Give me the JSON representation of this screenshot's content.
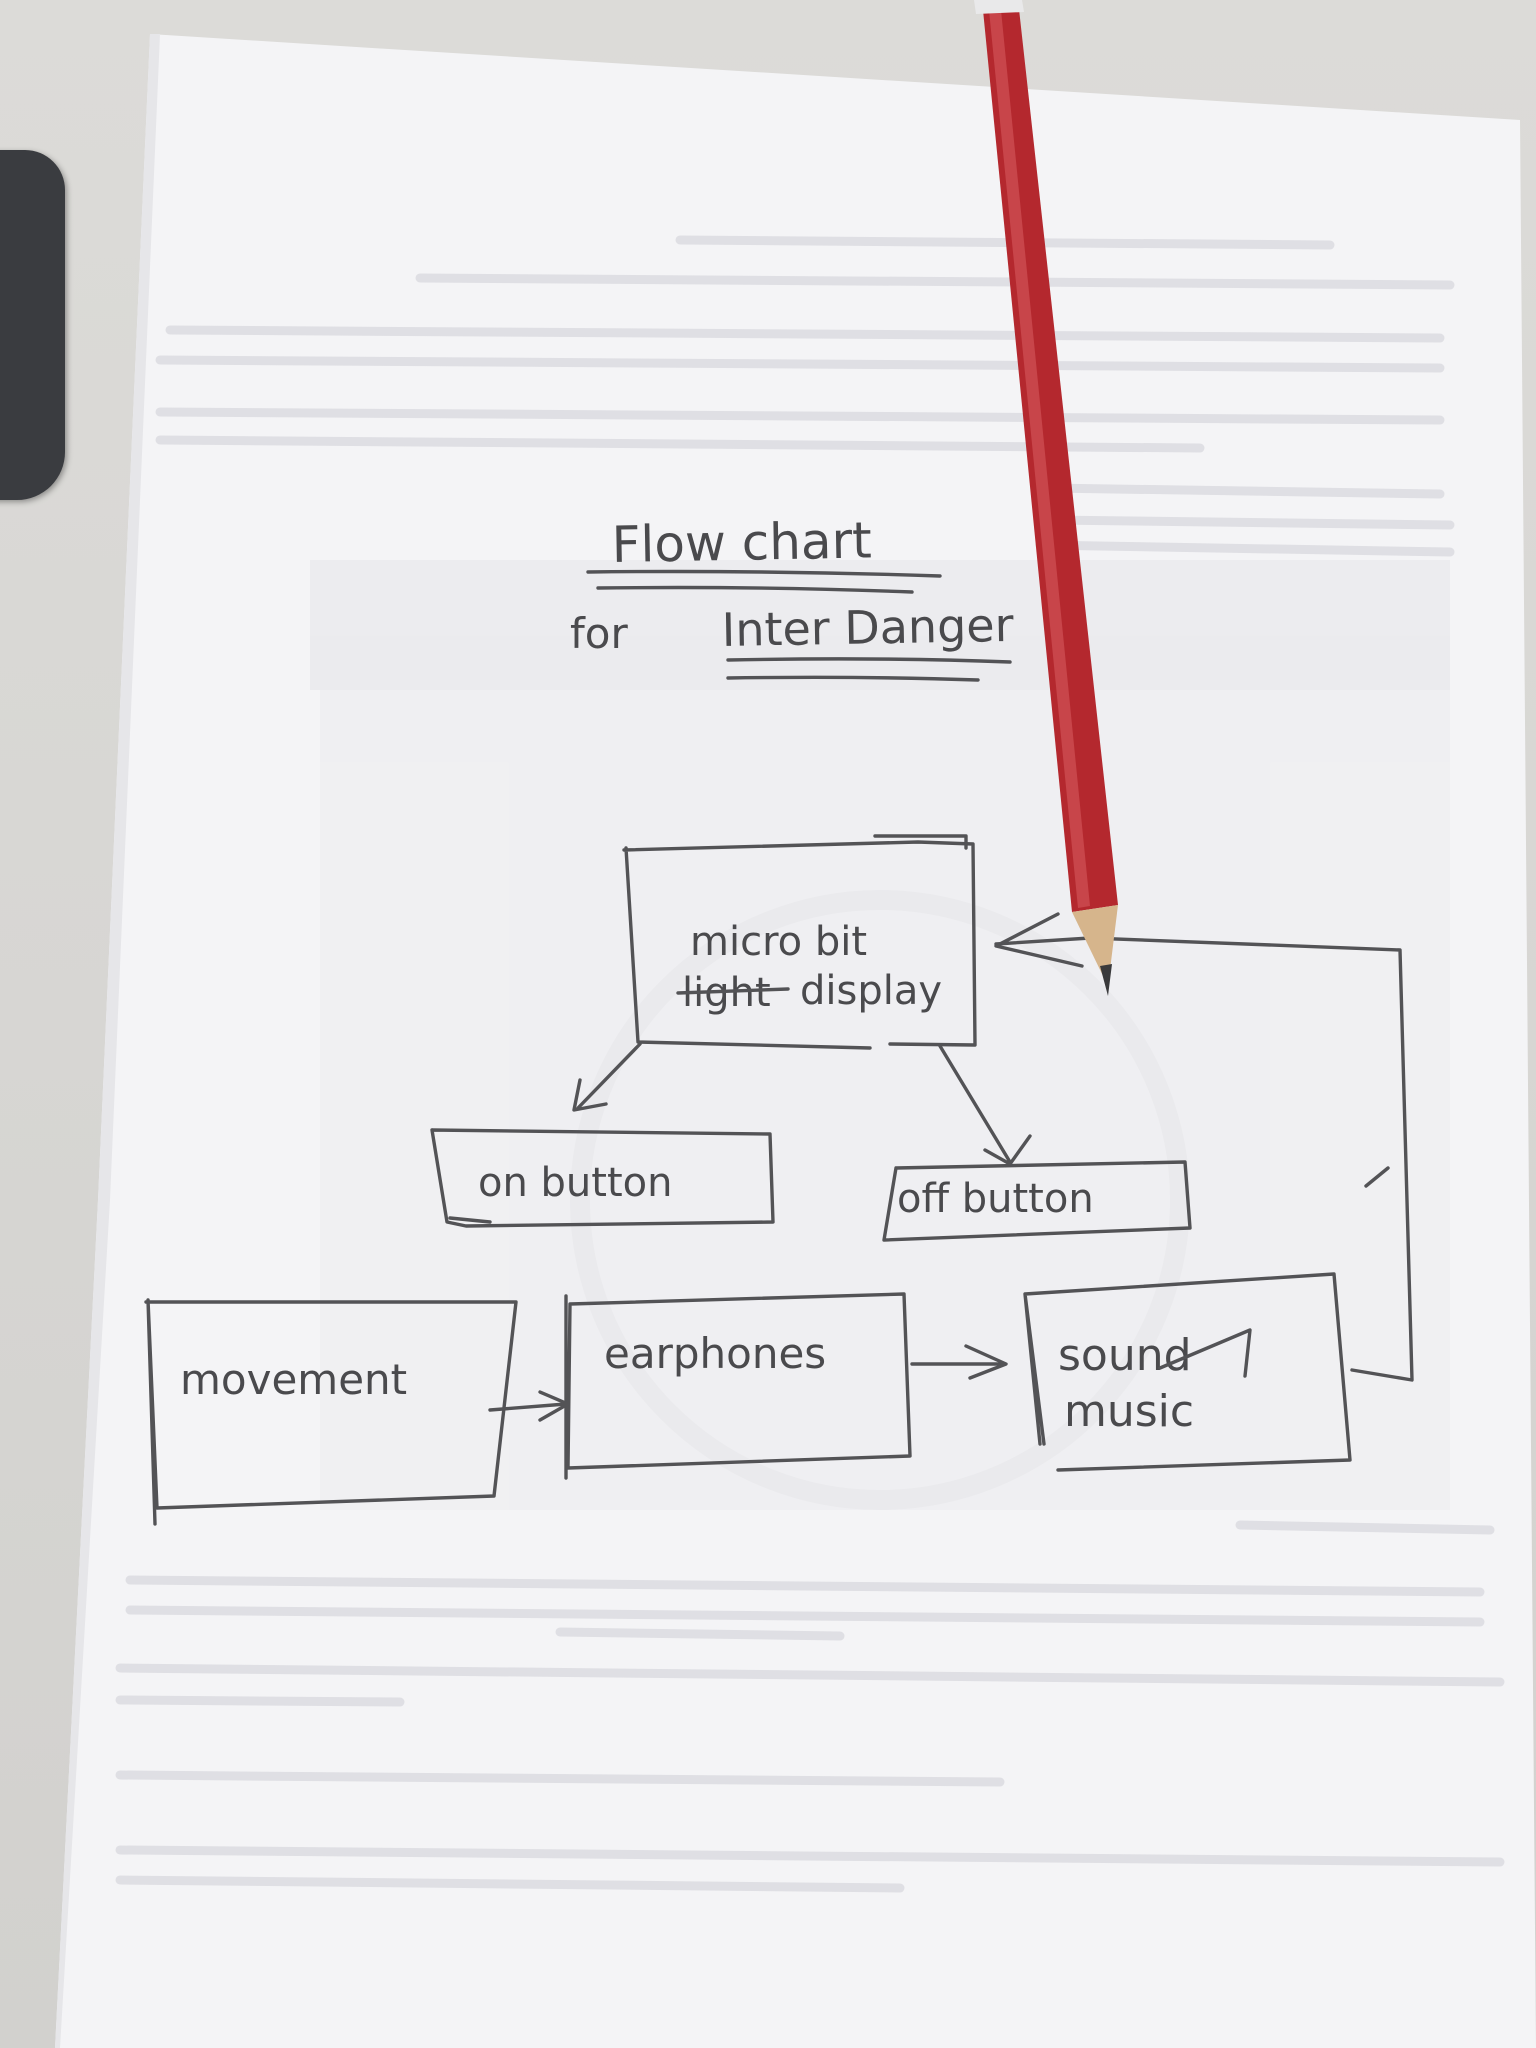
{
  "diagram": {
    "title": "Flow chart",
    "subtitle_prefix": "for",
    "subtitle": "Inter Danger",
    "nodes": {
      "microbit": {
        "line1": "micro bit",
        "line2_struck": "light",
        "line2": "display"
      },
      "on_button": {
        "label": "on button"
      },
      "off_button": {
        "label": "off button"
      },
      "movement": {
        "label": "movement"
      },
      "earphones": {
        "label": "earphones"
      },
      "sound_music": {
        "line1_struck": "sound",
        "line2": "music"
      }
    },
    "edges": [
      {
        "from": "microbit",
        "to": "on_button"
      },
      {
        "from": "microbit",
        "to": "off_button"
      },
      {
        "from": "movement",
        "to": "earphones"
      },
      {
        "from": "earphones",
        "to": "sound_music"
      },
      {
        "from": "sound_music",
        "to": "microbit"
      }
    ]
  },
  "background": {
    "paper_color": "#f4f4f6",
    "ink_color": "#4a4a4d",
    "pencil_color": "#b4282e"
  }
}
